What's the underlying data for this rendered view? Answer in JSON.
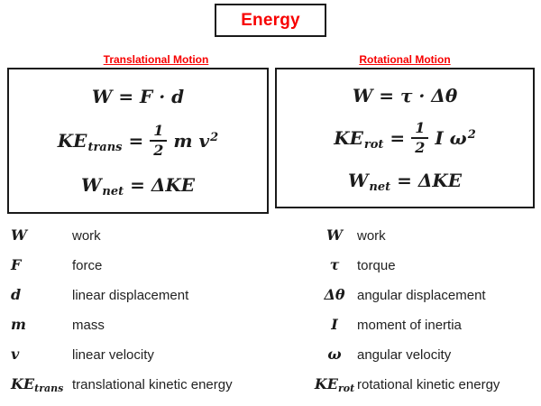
{
  "title": "Energy",
  "colors": {
    "accent_red": "#F70000",
    "text_black": "#1B1B1B",
    "border_black": "#1A1A1A",
    "background": "#FFFFFF"
  },
  "translational": {
    "header": "Translational Motion",
    "work_formula": "W = F · d",
    "ke_formula": {
      "lhs_base": "KE",
      "lhs_sub": "trans",
      "equals": "=",
      "numerator": "1",
      "denominator": "2",
      "rhs_base": "m v",
      "rhs_exp": "2"
    },
    "wnet_formula": {
      "lhs_base": "W",
      "lhs_sub": "net",
      "equals": "=",
      "rhs": "ΔKE"
    }
  },
  "rotational": {
    "header": "Rotational Motion",
    "work_formula": "W = τ · Δθ",
    "ke_formula": {
      "lhs_base": "KE",
      "lhs_sub": "rot",
      "equals": "=",
      "numerator": "1",
      "denominator": "2",
      "rhs_base": "I ω",
      "rhs_exp": "2"
    },
    "wnet_formula": {
      "lhs_base": "W",
      "lhs_sub": "net",
      "equals": "=",
      "rhs": "ΔKE"
    }
  },
  "definitions": {
    "translational": [
      {
        "symbol": "W",
        "symbol_sub": "",
        "description": "work"
      },
      {
        "symbol": "F",
        "symbol_sub": "",
        "description": "force"
      },
      {
        "symbol": "d",
        "symbol_sub": "",
        "description": "linear displacement"
      },
      {
        "symbol": "m",
        "symbol_sub": "",
        "description": "mass"
      },
      {
        "symbol": "v",
        "symbol_sub": "",
        "description": "linear velocity"
      },
      {
        "symbol": "KE",
        "symbol_sub": "trans",
        "description": "translational kinetic energy"
      }
    ],
    "rotational": [
      {
        "symbol": "W",
        "symbol_sub": "",
        "description": "work"
      },
      {
        "symbol": "τ",
        "symbol_sub": "",
        "description": "torque"
      },
      {
        "symbol": "Δθ",
        "symbol_sub": "",
        "description": "angular displacement"
      },
      {
        "symbol": "I",
        "symbol_sub": "",
        "description": "moment of inertia"
      },
      {
        "symbol": "ω",
        "symbol_sub": "",
        "description": "angular velocity"
      },
      {
        "symbol": "KE",
        "symbol_sub": "rot",
        "description": "rotational kinetic energy"
      }
    ]
  }
}
